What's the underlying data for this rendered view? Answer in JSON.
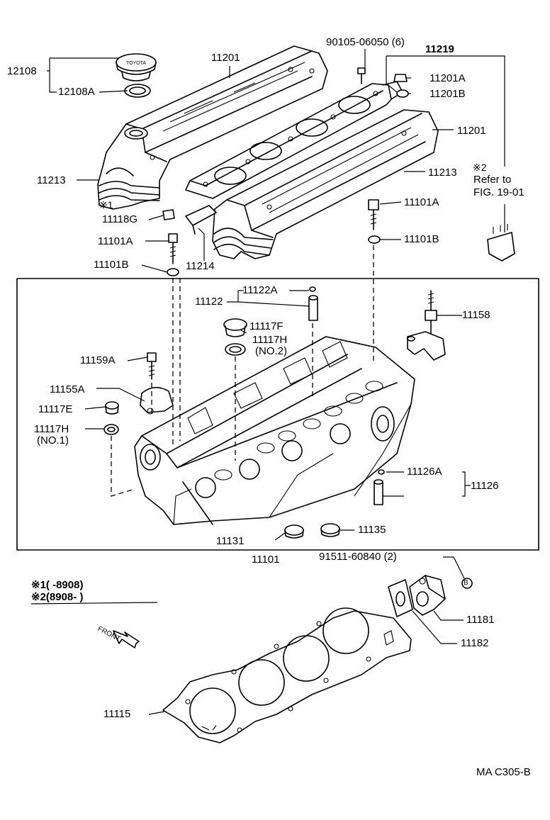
{
  "labels": {
    "p12108": "12108",
    "p12108A": "12108A",
    "p11201_top": "11201",
    "p90105": "90105-06050 (6)",
    "p11219": "11219",
    "p11201A": "11201A",
    "p11201B": "11201B",
    "p11201_right": "11201",
    "p11213_left": "11213",
    "p11213_right": "11213",
    "star2_note": "※2",
    "refer_to": "Refer to",
    "fig_ref": "FIG. 19-01",
    "star1_note": "※1",
    "p11118G": "11118G",
    "p11101A_left": "11101A",
    "p11101A_right": "11101A",
    "p11101B_left": "11101B",
    "p11101B_right": "11101B",
    "p11214": "11214",
    "p11122": "11122",
    "p11122A": "11122A",
    "p11117F": "11117F",
    "p11117H_mid": "11117H",
    "no2": "(NO.2)",
    "p11158": "11158",
    "p11159A": "11159A",
    "p11155A": "11155A",
    "p11117E": "11117E",
    "p11117H_left": "11117H",
    "no1": "(NO.1)",
    "p11126A": "11126A",
    "p11126": "11126",
    "p11131": "11131",
    "p11135": "11135",
    "p11101": "11101",
    "p91511": "91511-60840 (2)",
    "callout_b": "B",
    "legend1": "※1(      -8908)",
    "legend2": "※2(8908-        )",
    "front": "FRONT",
    "p11181": "11181",
    "p11182": "11182",
    "p11115": "11115",
    "fig_code": "MA C305-B",
    "cap_text": "TOYOTA"
  }
}
